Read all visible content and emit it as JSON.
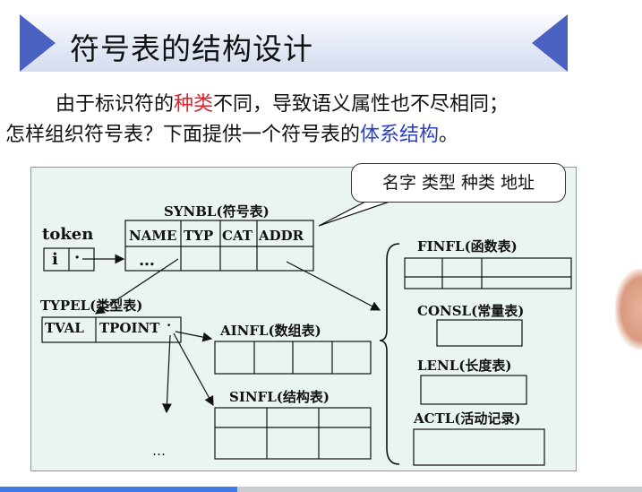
{
  "slide": {
    "title": "符号表的结构设计",
    "line1_a": "由于标识符的",
    "line1_red": "种类",
    "line1_b": "不同，导致语义属性也不尽相同；",
    "line2_a": "怎样组织符号表？下面提供一个符号表的",
    "line2_blue": "体系结构",
    "line2_b": "。"
  },
  "callout": "名字 类型 种类 地址",
  "diagram": {
    "token_label": "token",
    "token_cell1": "i",
    "token_cell2": "·",
    "synbl_title": "SYNBL(符号表)",
    "synbl_cols": [
      "NAME",
      "TYP",
      "CAT",
      "ADDR"
    ],
    "synbl_ellipsis": "…",
    "typel_title": "TYPEL(类型表)",
    "typel_cols": [
      "TVAL",
      "TPOINT"
    ],
    "typel_dot": "·",
    "ainfl_title": "AINFL(数组表)",
    "sinfl_title": "SINFL(结构表)",
    "finfl_title": "FINFL(函数表)",
    "consl_title": "CONSL(常量表)",
    "lenl_title": "LENL(长度表)",
    "actl_title": "ACTL(活动记录)",
    "bottom_ellipsis": "…"
  },
  "colors": {
    "banner_arrow": "#4a61c2",
    "keyword_red": "#e0202a",
    "keyword_blue": "#2a3fc8",
    "panel_bg": "#eaf5ef",
    "progress": "#3d7be6"
  },
  "player": {
    "progress_fraction": 0.37
  }
}
